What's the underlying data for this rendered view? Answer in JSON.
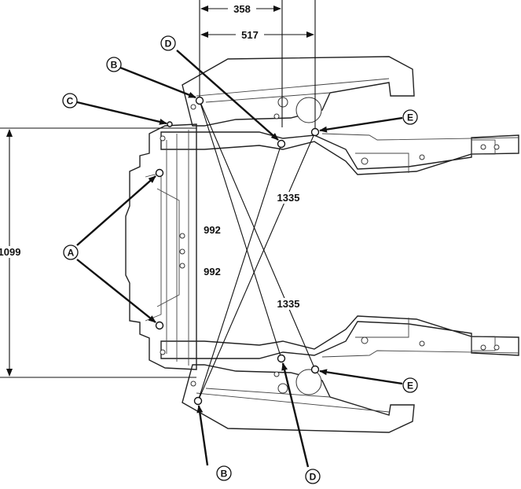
{
  "dimensions": {
    "top_short": "358",
    "top_long": "517",
    "vertical": "1099",
    "cross_upper": "992",
    "cross_lower": "992",
    "diag_upper": "1335",
    "diag_lower": "1335"
  },
  "callouts": {
    "A": "A",
    "B_top": "B",
    "B_bottom": "B",
    "C": "C",
    "D_top": "D",
    "D_bottom": "D",
    "E_top": "E",
    "E_bottom": "E"
  }
}
